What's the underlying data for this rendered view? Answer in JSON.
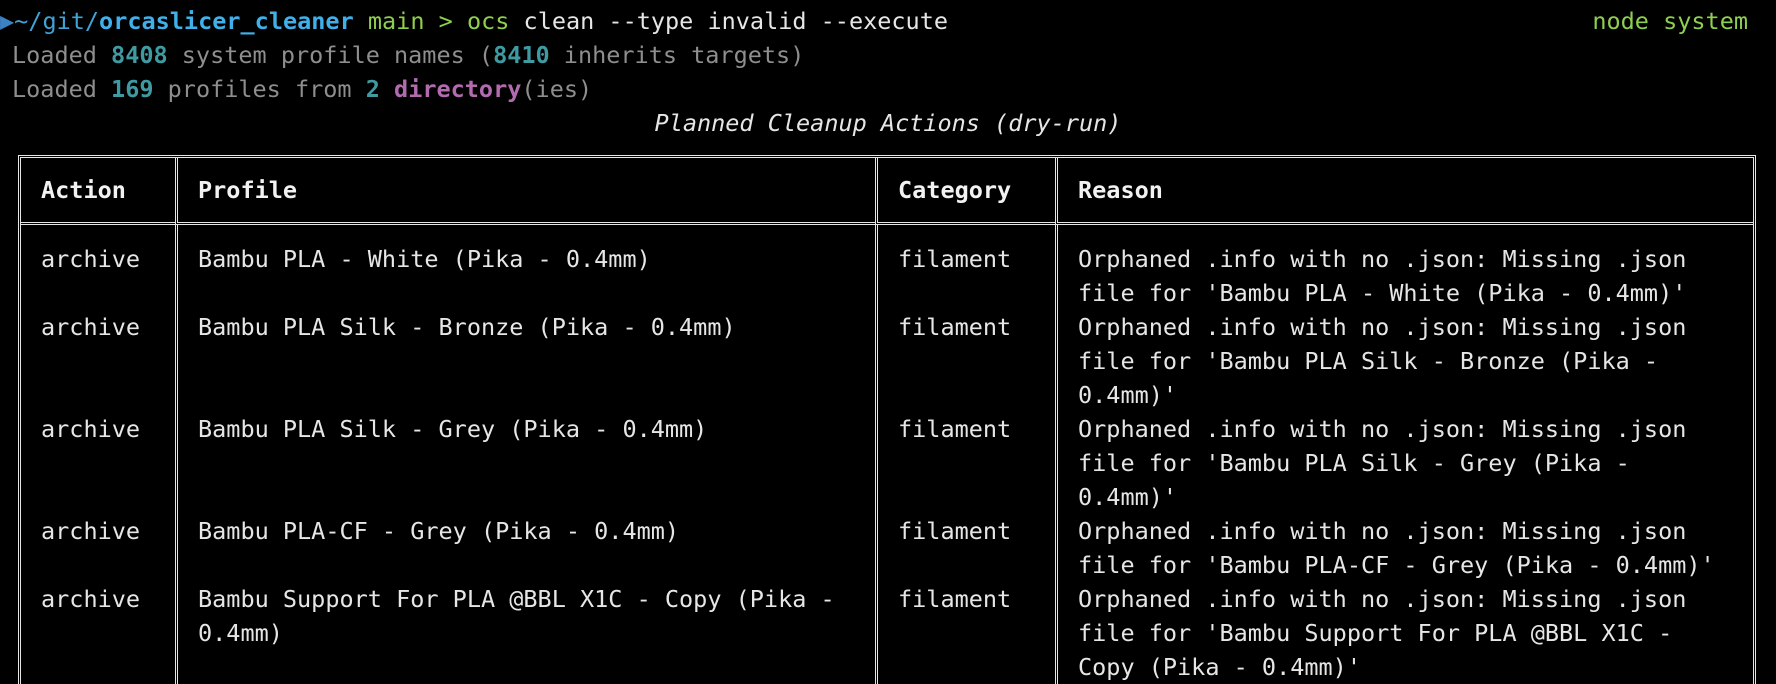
{
  "prompt": {
    "marker": "▶",
    "path_prefix": "~/git/",
    "repo": "orcaslicer_cleaner",
    "branch": "main",
    "arrow": ">",
    "command": "ocs",
    "args": "clean --type invalid --execute",
    "right_status": "node system"
  },
  "output": {
    "line1": {
      "prefix": "Loaded ",
      "count": "8408",
      "middle": " system profile names ",
      "open_paren": "(",
      "targets": "8410",
      "suffix": " inherits targets",
      "close_paren": ")"
    },
    "line2": {
      "prefix": "Loaded ",
      "count": "169",
      "middle": " profiles from ",
      "dirs": "2",
      "space": " ",
      "word": "directory",
      "open_paren": "(",
      "plural": "ies",
      "close_paren": ")"
    }
  },
  "table": {
    "title": "Planned Cleanup Actions (dry-run)",
    "headers": {
      "action": "Action",
      "profile": "Profile",
      "category": "Category",
      "reason": "Reason"
    },
    "rows": [
      {
        "action": "archive",
        "profile": "Bambu PLA - White (Pika - 0.4mm)",
        "category": "filament",
        "reason": "Orphaned .info with no .json: Missing .json file for 'Bambu PLA - White (Pika - 0.4mm)'"
      },
      {
        "action": "archive",
        "profile": "Bambu PLA Silk - Bronze (Pika - 0.4mm)",
        "category": "filament",
        "reason": "Orphaned .info with no .json: Missing .json file for 'Bambu PLA Silk - Bronze (Pika - 0.4mm)'"
      },
      {
        "action": "archive",
        "profile": "Bambu PLA Silk - Grey (Pika - 0.4mm)",
        "category": "filament",
        "reason": "Orphaned .info with no .json: Missing .json file for 'Bambu PLA Silk - Grey (Pika - 0.4mm)'"
      },
      {
        "action": "archive",
        "profile": "Bambu PLA-CF - Grey (Pika - 0.4mm)",
        "category": "filament",
        "reason": "Orphaned .info with no .json: Missing .json file for 'Bambu PLA-CF - Grey (Pika - 0.4mm)'"
      },
      {
        "action": "archive",
        "profile": "Bambu Support For PLA @BBL X1C - Copy (Pika - 0.4mm)",
        "category": "filament",
        "reason": "Orphaned .info with no .json: Missing .json file for 'Bambu Support For PLA @BBL X1C - Copy (Pika - 0.4mm)'"
      }
    ]
  }
}
